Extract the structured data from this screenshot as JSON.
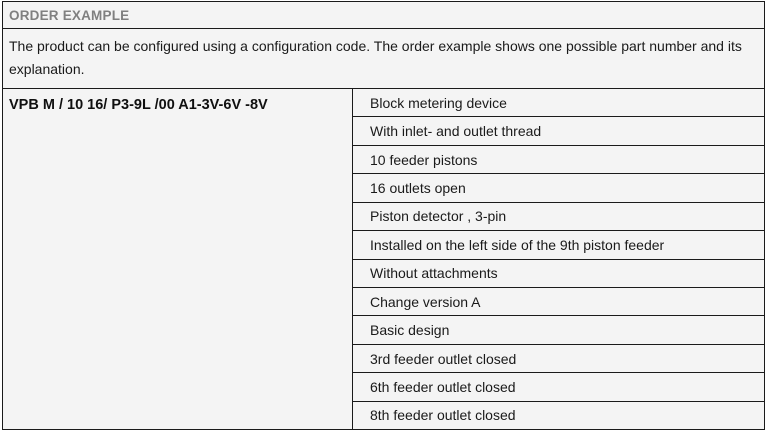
{
  "panel": {
    "header_title": "ORDER EXAMPLE",
    "description": "The product can be configured using a configuration code. The order example shows one possible part number and its explanation.",
    "order_code": "VPB M / 10 16/ P3-9L /00 A1-3V-6V -8V",
    "explanations": [
      {
        "label": "Block metering device"
      },
      {
        "label": "With inlet- and outlet thread"
      },
      {
        "label": "10 feeder pistons"
      },
      {
        "label": "16 outlets open"
      },
      {
        "label": "Piston detector , 3-pin"
      },
      {
        "label": "Installed on the left side of the 9th piston feeder"
      },
      {
        "label": "Without attachments"
      },
      {
        "label": "Change version A"
      },
      {
        "label": "Basic design"
      },
      {
        "label": "3rd feeder outlet closed"
      },
      {
        "label": "6th feeder outlet closed"
      },
      {
        "label": "8th feeder outlet closed"
      }
    ]
  },
  "colors": {
    "panel_background": "#f4f4f4",
    "border": "#1a1a1a",
    "header_text": "#808080",
    "body_text": "#1a1a1a"
  }
}
